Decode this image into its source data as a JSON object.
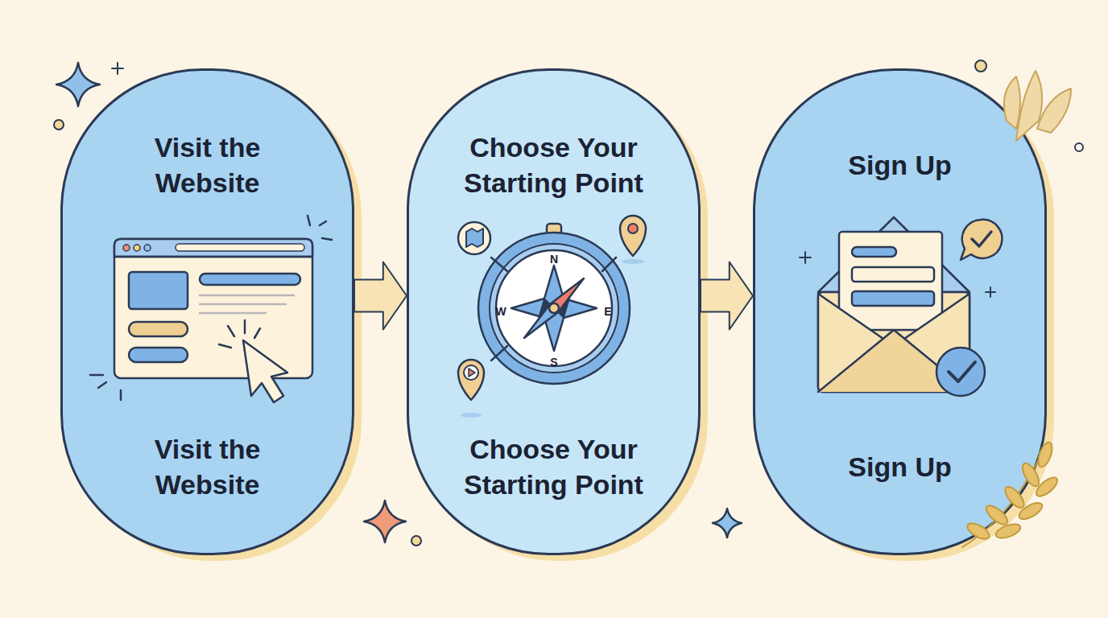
{
  "diagram": {
    "nodes": [
      {
        "text": [
          "Visit the Website",
          "Visit the Website"
        ]
      },
      {
        "text": [
          "Choose Your Starting Point",
          "Choose Your Starting Point"
        ]
      },
      {
        "text": [
          "Sign Up",
          "Sign Up"
        ]
      }
    ],
    "edges": [
      {
        "from": 0,
        "to": 1,
        "arrow": "to"
      },
      {
        "from": 1,
        "to": 2,
        "arrow": "to"
      }
    ],
    "labels": [
      "N",
      "W",
      "E",
      "S"
    ]
  }
}
